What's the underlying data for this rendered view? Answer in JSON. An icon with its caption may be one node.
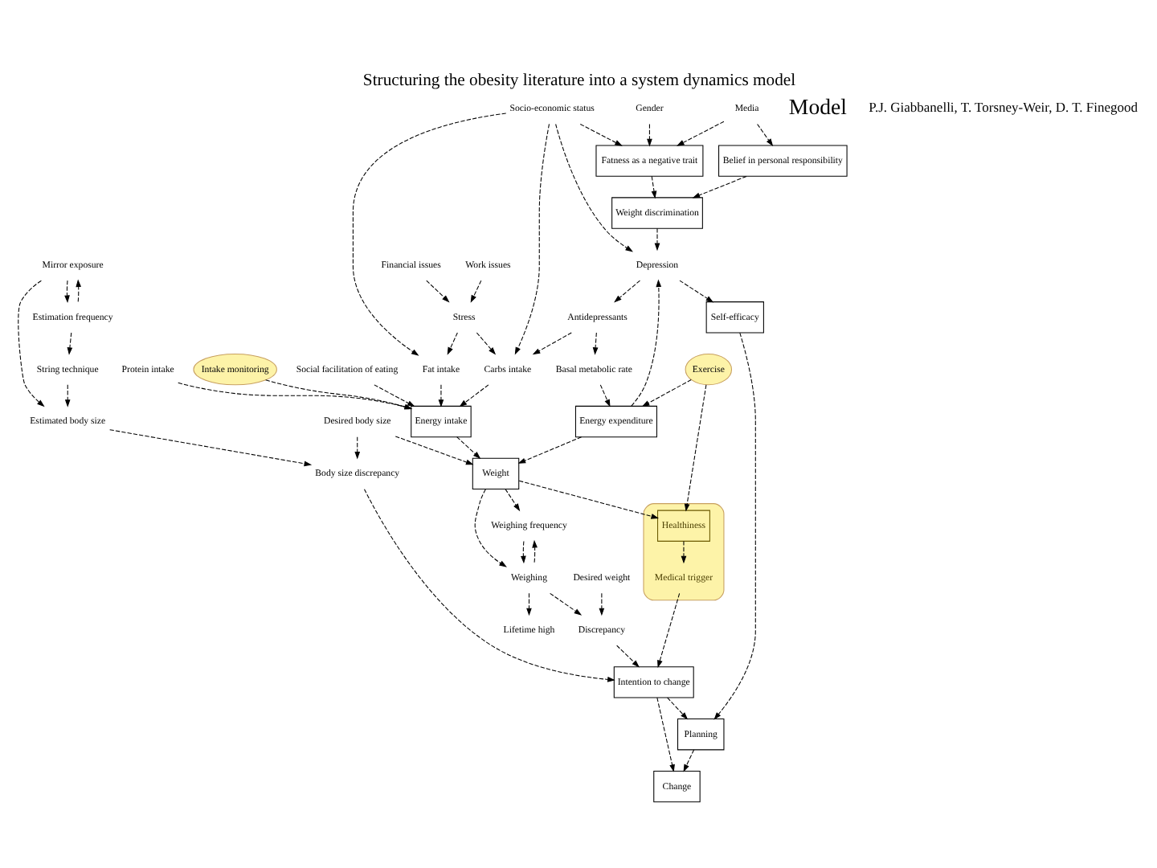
{
  "diagram": {
    "title": "Structuring the obesity literature into a system dynamics model",
    "nodes": [
      {
        "text": [
          "Media"
        ]
      },
      {
        "text": [
          "Gender"
        ]
      },
      {
        "text": [
          "Socio-economic status"
        ]
      },
      {
        "text": [
          "Fatness as a negative trait"
        ]
      },
      {
        "text": [
          "Belief in personal responsibility"
        ]
      },
      {
        "text": [
          "Weight discrimination"
        ]
      },
      {
        "text": [
          "Carbs intake"
        ]
      },
      {
        "text": [
          "Antidepressants"
        ]
      },
      {
        "text": [
          "Depression"
        ]
      },
      {
        "text": [
          "Estimation frequency"
        ]
      },
      {
        "text": [
          "Fat intake"
        ]
      },
      {
        "text": [
          "Protein intake"
        ]
      },
      {
        "text": [
          "Energy intake"
        ]
      },
      {
        "text": [
          "Basal metabolic rate"
        ]
      },
      {
        "text": [
          "Energy expenditure"
        ]
      },
      {
        "text": [
          "Mirror exposure"
        ]
      },
      {
        "text": [
          "Stress"
        ]
      },
      {
        "text": [
          "Intake monitoring"
        ]
      },
      {
        "text": [
          "Desired body size"
        ]
      },
      {
        "text": [
          "String technique"
        ]
      },
      {
        "text": [
          "Weight"
        ]
      },
      {
        "text": [
          "Work issues"
        ]
      },
      {
        "text": [
          "Weighing frequency"
        ]
      },
      {
        "text": [
          "Social facilitation of eating"
        ]
      },
      {
        "text": [
          "Body size discrepancy"
        ]
      },
      {
        "text": [
          "Estimated body size"
        ]
      },
      {
        "text": [
          "Financial issues"
        ]
      },
      {
        "text": [
          "Weighing"
        ]
      },
      {
        "text": [
          "Lifetime high"
        ]
      },
      {
        "text": [
          "Intention to change"
        ]
      },
      {
        "text": [
          "Self-efficacy"
        ]
      },
      {
        "text": [
          "Discrepancy"
        ]
      },
      {
        "text": [
          "Desired weight"
        ]
      },
      {
        "text": [],
        "shape": "cloud"
      },
      {
        "text": [
          "Healthiness"
        ],
        "in": 33
      },
      {
        "text": [
          "Planning"
        ]
      },
      {
        "text": [
          "Exercise"
        ]
      },
      {
        "text": [
          "Change"
        ]
      },
      {
        "text": [
          "Medical trigger"
        ],
        "in": 33
      }
    ],
    "edges": [
      {
        "from": 0,
        "to": 3,
        "arrow": "to",
        "style": "dashed"
      },
      {
        "from": 0,
        "to": 4,
        "arrow": "to",
        "style": "dashed"
      },
      {
        "from": 1,
        "to": 3,
        "arrow": "to",
        "style": "dashed"
      },
      {
        "from": 2,
        "to": 3,
        "arrow": "to",
        "style": "dashed"
      },
      {
        "from": 2,
        "to": 8,
        "arrow": "to",
        "style": "dashed"
      },
      {
        "from": 3,
        "to": 5,
        "arrow": "to",
        "style": "dashed"
      },
      {
        "from": 4,
        "to": 5,
        "arrow": "to",
        "style": "dashed"
      },
      {
        "from": 5,
        "to": 8,
        "arrow": "to",
        "style": "dashed"
      },
      {
        "from": 8,
        "to": 7,
        "arrow": "to",
        "style": "dashed"
      },
      {
        "from": 7,
        "to": 6,
        "arrow": "to",
        "style": "dashed"
      },
      {
        "from": 7,
        "to": 13,
        "arrow": "to",
        "style": "dashed"
      },
      {
        "from": 2,
        "to": 6,
        "arrow": "to",
        "style": "dashed"
      },
      {
        "from": 2,
        "to": 10,
        "arrow": "to",
        "style": "dashed"
      },
      {
        "from": 16,
        "to": 6,
        "arrow": "to",
        "style": "dashed"
      },
      {
        "from": 16,
        "to": 10,
        "arrow": "to",
        "style": "dashed"
      },
      {
        "from": 6,
        "to": 12,
        "arrow": "to",
        "style": "dashed"
      },
      {
        "from": 10,
        "to": 12,
        "arrow": "to",
        "style": "dashed"
      },
      {
        "from": 11,
        "to": 12,
        "arrow": "to",
        "style": "dashed"
      },
      {
        "from": 17,
        "to": 12,
        "arrow": "to",
        "style": "dashed"
      },
      {
        "from": 23,
        "to": 12,
        "arrow": "to",
        "style": "dashed"
      },
      {
        "from": 21,
        "to": 16,
        "arrow": "to",
        "style": "dashed"
      },
      {
        "from": 26,
        "to": 16,
        "arrow": "to",
        "style": "dashed"
      },
      {
        "from": 13,
        "to": 14,
        "arrow": "to",
        "style": "dashed"
      },
      {
        "from": 14,
        "to": 8,
        "arrow": "to",
        "style": "dashed"
      },
      {
        "from": 12,
        "to": 20,
        "arrow": "to",
        "style": "dashed"
      },
      {
        "from": 14,
        "to": 20,
        "arrow": "to",
        "style": "dashed"
      },
      {
        "from": 18,
        "to": 20,
        "arrow": "to",
        "style": "dashed"
      },
      {
        "from": 20,
        "to": 22,
        "arrow": "to",
        "style": "dashed"
      },
      {
        "from": 22,
        "to": 27,
        "arrow": "to",
        "style": "dashed"
      },
      {
        "from": 27,
        "to": 22,
        "arrow": "to",
        "style": "dashed"
      },
      {
        "from": 20,
        "to": 27,
        "arrow": "to",
        "style": "dashed"
      },
      {
        "from": 27,
        "to": 28,
        "arrow": "to",
        "style": "dashed"
      },
      {
        "from": 27,
        "to": 31,
        "arrow": "to",
        "style": "dashed"
      },
      {
        "from": 32,
        "to": 31,
        "arrow": "to",
        "style": "dashed"
      },
      {
        "from": 31,
        "to": 29,
        "arrow": "to",
        "style": "dashed"
      },
      {
        "from": 24,
        "to": 29,
        "arrow": "to",
        "style": "dashed"
      },
      {
        "from": 18,
        "to": 24,
        "arrow": "to",
        "style": "dashed"
      },
      {
        "from": 25,
        "to": 24,
        "arrow": "to",
        "style": "dashed"
      },
      {
        "from": 15,
        "to": 25,
        "arrow": "to",
        "style": "dashed"
      },
      {
        "from": 15,
        "to": 9,
        "arrow": "to",
        "style": "dashed"
      },
      {
        "from": 9,
        "to": 15,
        "arrow": "to",
        "style": "dashed"
      },
      {
        "from": 9,
        "to": 19,
        "arrow": "to",
        "style": "dashed"
      },
      {
        "from": 19,
        "to": 25,
        "arrow": "to",
        "style": "dashed"
      },
      {
        "from": 8,
        "to": 30,
        "arrow": "to",
        "style": "dashed"
      },
      {
        "from": 30,
        "to": 35,
        "arrow": "to",
        "style": "dashed"
      },
      {
        "from": 38,
        "to": 29,
        "arrow": "to",
        "style": "dashed"
      },
      {
        "from": 29,
        "to": 35,
        "arrow": "to",
        "style": "dashed"
      },
      {
        "from": 29,
        "to": 37,
        "arrow": "to",
        "style": "dashed"
      },
      {
        "from": 35,
        "to": 37,
        "arrow": "to",
        "style": "dashed"
      },
      {
        "from": 36,
        "to": 34,
        "arrow": "to",
        "style": "dashed"
      },
      {
        "from": 34,
        "to": 38,
        "arrow": "to",
        "style": "dashed"
      },
      {
        "from": 36,
        "to": 14,
        "arrow": "to",
        "style": "dashed"
      },
      {
        "from": 20,
        "to": 34,
        "arrow": "to",
        "style": "dashed"
      }
    ],
    "labels": [
      "Model",
      "P.J. Giabbanelli, T. Torsney-Weir, D. T. Finegood"
    ]
  }
}
